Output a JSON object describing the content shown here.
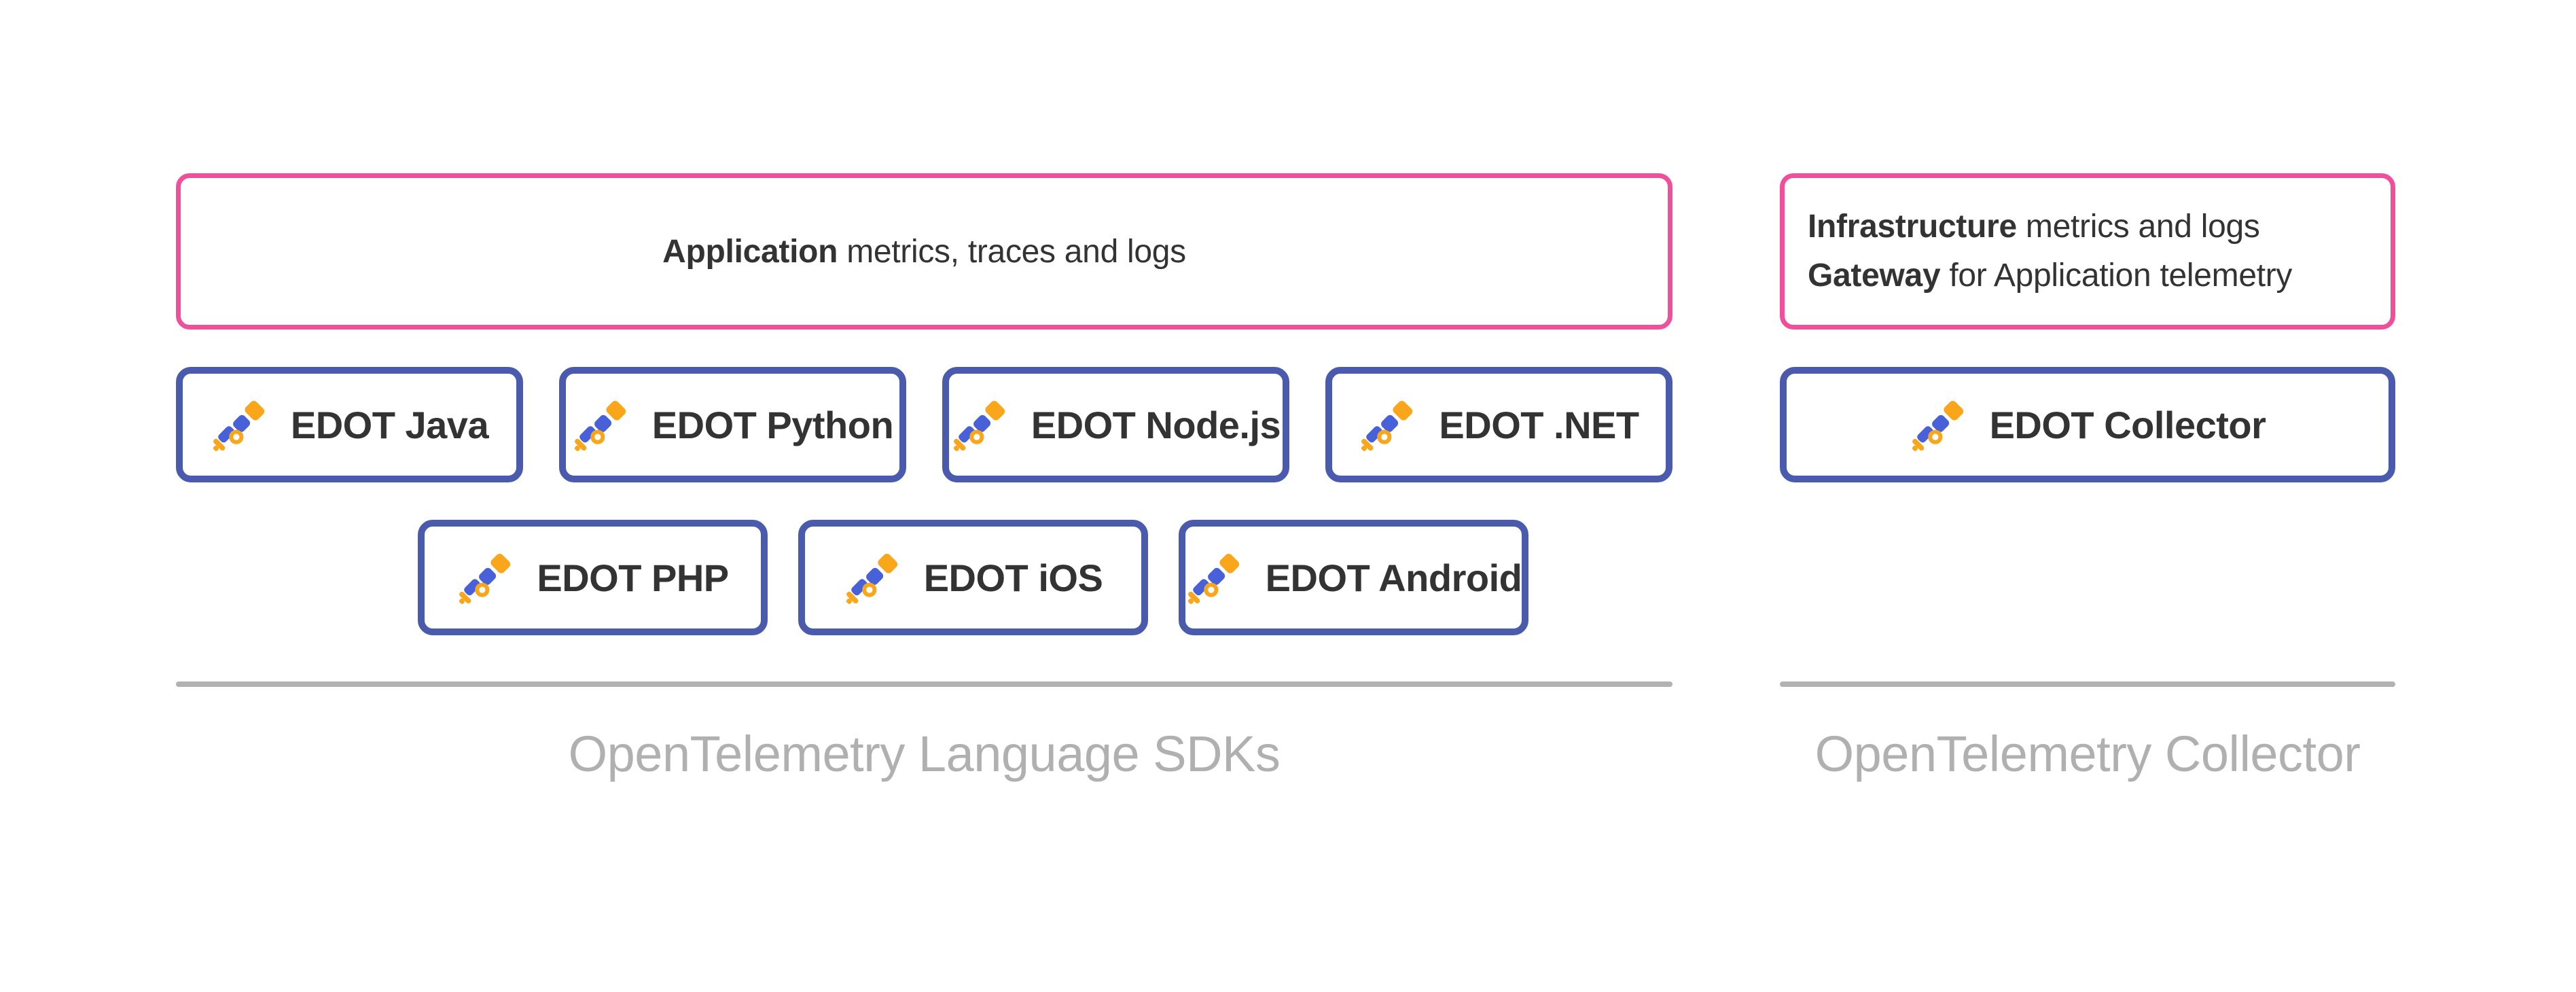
{
  "diagram": {
    "sdk_section": {
      "application_box": {
        "highlight": "Application",
        "rest": " metrics, traces and logs"
      },
      "sdk_boxes": [
        {
          "label": "EDOT Java"
        },
        {
          "label": "EDOT Python"
        },
        {
          "label": "EDOT Node.js"
        },
        {
          "label": "EDOT .NET"
        },
        {
          "label": "EDOT PHP"
        },
        {
          "label": "EDOT iOS"
        },
        {
          "label": "EDOT Android"
        }
      ],
      "caption": "OpenTelemetry Language SDKs"
    },
    "collector_section": {
      "infrastructure_box": {
        "line1_highlight": "Infrastructure",
        "line1_rest": " metrics and logs",
        "line2_highlight": "Gateway",
        "line2_rest": " for Application telemetry"
      },
      "collector_box": {
        "label": "EDOT Collector"
      },
      "caption": "OpenTelemetry Collector"
    },
    "colors": {
      "accent_pink": "#F0509B",
      "box_border_blue": "#4A5AAC",
      "icon_blue": "#4961D8",
      "icon_orange": "#F9A61A",
      "text_dark": "#333333",
      "divider_gray": "#B2B2B2",
      "caption_gray": "#B0B0B0"
    }
  }
}
